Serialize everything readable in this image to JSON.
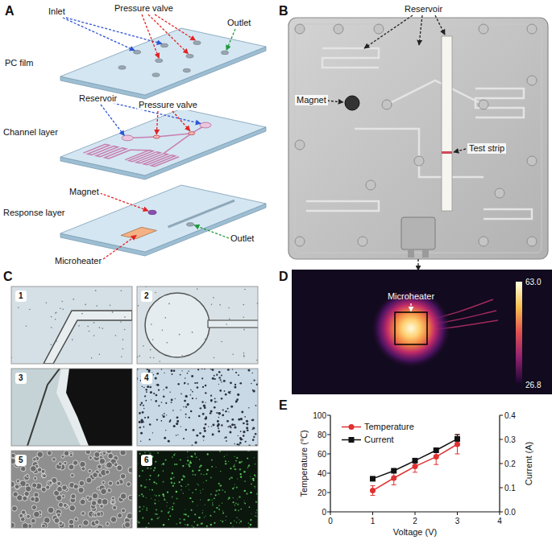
{
  "diagram": {
    "nodes": [
      {
        "text": [
          "1"
        ]
      },
      {
        "text": [
          "2"
        ]
      },
      {
        "text": [
          "3"
        ]
      },
      {
        "text": [
          "4"
        ]
      },
      {
        "text": [
          "5"
        ]
      },
      {
        "text": [
          "6"
        ]
      }
    ],
    "labels": [
      "A",
      "Inlet",
      "Pressure valve",
      "Outlet",
      "PC film",
      "Reservoir",
      "Pressure valve",
      "Channel layer",
      "Magnet",
      "Outlet",
      "Response layer",
      "Microheater",
      "B",
      "Reservoir",
      "Magnet",
      "Test strip",
      "C",
      "D",
      "Microheater",
      "63.0",
      "26.8",
      "E",
      "100",
      "80",
      "60",
      "40",
      "20",
      "0",
      "0.4",
      "0.3",
      "0.2",
      "0.1",
      "0.0",
      "0",
      "1",
      "2",
      "3",
      "4",
      "Temperature (℃)",
      "Current (A)",
      "Voltage (V)"
    ],
    "legend": [
      {
        "text": "Temperature"
      },
      {
        "text": "Current"
      }
    ]
  }
}
